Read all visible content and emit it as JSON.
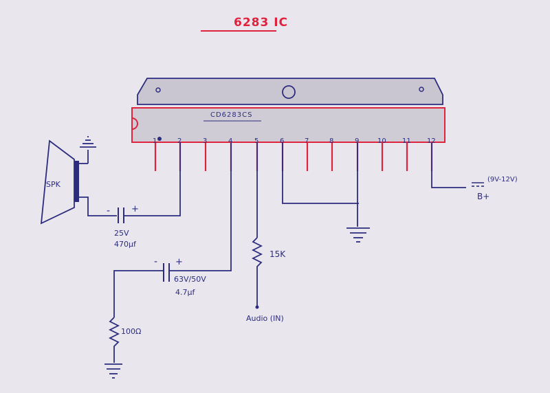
{
  "title": "6283 IC",
  "chip_label": "CD6283CS",
  "pins": [
    "1",
    "2",
    "3",
    "4",
    "5",
    "6",
    "7",
    "8",
    "9",
    "10",
    "11",
    "12"
  ],
  "speaker_label": "SPK",
  "cap1": {
    "voltage": "25V",
    "capacitance": "470µf",
    "minus": "-",
    "plus": "+"
  },
  "cap2": {
    "voltage": "63V/50V",
    "capacitance": "4.7µf",
    "minus": "-",
    "plus": "+"
  },
  "resistor_input": "15K",
  "resistor_ground": "100Ω",
  "input_label": "Audio (IN)",
  "supply_range": "(9V-12V)",
  "supply_label": "B+"
}
